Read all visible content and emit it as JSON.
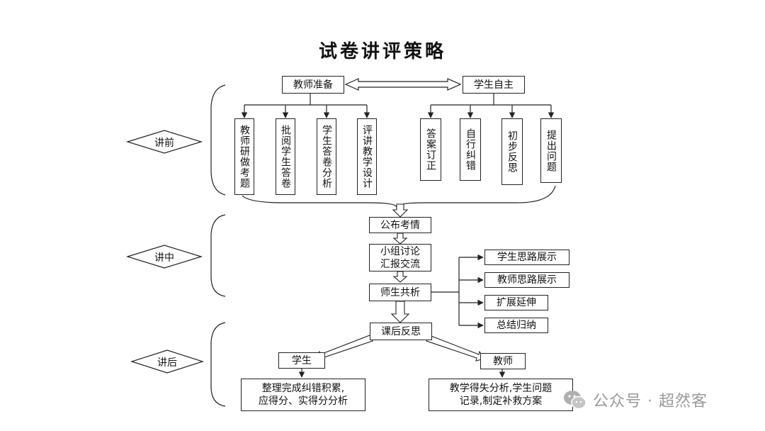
{
  "title": "试卷讲评策略",
  "phases": {
    "before": "讲前",
    "during": "讲中",
    "after": "讲后"
  },
  "before": {
    "teacher": "教师准备",
    "student": "学生自主",
    "teacher_items": [
      "教师研做考题",
      "批阅学生答卷",
      "学生答卷分析",
      "评讲教学设计"
    ],
    "student_items": [
      "答案订正",
      "自行纠错",
      "初步反思",
      "提出问题"
    ]
  },
  "during": {
    "announce": "公布考情",
    "group": "小组讨论\n汇报交流",
    "analysis": "师生共析",
    "branches": [
      "学生思路展示",
      "教师思路展示",
      "扩展延伸",
      "总结归纳"
    ]
  },
  "after": {
    "reflect": "课后反思",
    "student": "学生",
    "teacher": "教师",
    "student_task": "整理完成纠错积累,\n应得分、实得分分析",
    "teacher_task": "教学得失分析,学生问题\n记录,制定补救方案"
  },
  "watermark": {
    "text": "公众号 · 超然客",
    "icon": "wechat-icon"
  }
}
